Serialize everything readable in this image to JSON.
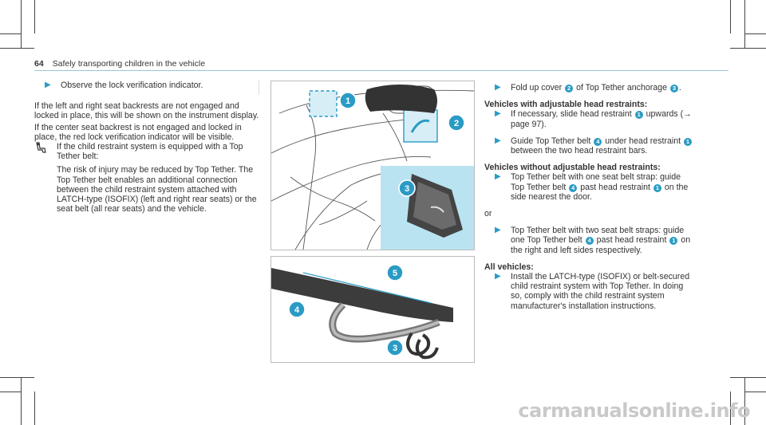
{
  "header": {
    "page_number": "64",
    "section_title": "Safely transporting children in the vehicle"
  },
  "left_column": {
    "observe_instruction": "Observe the lock verification indicator.",
    "para1": "If the left and right seat backrests are not engaged and locked in place, this will be shown on the instrument display.",
    "para2": "If the center seat backrest is not engaged and locked in place, the red lock verification indicator will be visible.",
    "note_line": "If the child restraint system is equipped with a Top Tether belt:",
    "note_body": "The risk of injury may be reduced by Top Tether. The Top Tether belt enables an additional connection between the child restraint system attached with LATCH-type (ISOFIX) (left and right rear seats) or the seat belt (all rear seats) and the vehicle."
  },
  "figure_top": {
    "callouts": [
      "1",
      "2",
      "3"
    ]
  },
  "figure_bottom": {
    "callouts": [
      "5",
      "4",
      "3"
    ]
  },
  "right_column": {
    "step1_prefix": "Fold up cover",
    "step1_num1": "2",
    "step1_mid": "of Top Tether anchorage",
    "step1_num2": "3",
    "step1_suffix": ".",
    "heading_adjustable": "Vehicles with adjustable head restraints:",
    "step2_prefix": "If necessary, slide head restraint",
    "step2_num": "1",
    "step2_suffix": "upwards (→ page 97).",
    "step3_prefix": "Guide Top Tether belt",
    "step3_num1": "4",
    "step3_mid": "under head restraint",
    "step3_num2": "1",
    "step3_suffix": "between the two head restraint bars.",
    "heading_non_adjustable": "Vehicles without adjustable head restraints:",
    "step4_prefix": "Top Tether belt with one seat belt strap: guide Top Tether belt",
    "step4_num1": "4",
    "step4_mid": "past head restraint",
    "step4_num2": "1",
    "step4_suffix": "on the side nearest the door.",
    "or_label": "or",
    "step5_prefix": "Top Tether belt with two seat belt straps: guide one Top Tether belt",
    "step5_num1": "4",
    "step5_mid": "past head restraint",
    "step5_num2": "1",
    "step5_suffix": "on the right and left sides respectively.",
    "heading_all": "All vehicles:",
    "step6": "Install the LATCH-type (ISOFIX) or belt-secured child restraint system with Top Tether. In doing so, comply with the child restraint system manufacturer's installation instructions."
  },
  "arrow_glyph": "▶",
  "watermark": "carmanualsonline.info",
  "colors": {
    "accent": "#2a9bc4",
    "figure_fill": "#b9e3f1",
    "rule": "#9cc6d6"
  }
}
